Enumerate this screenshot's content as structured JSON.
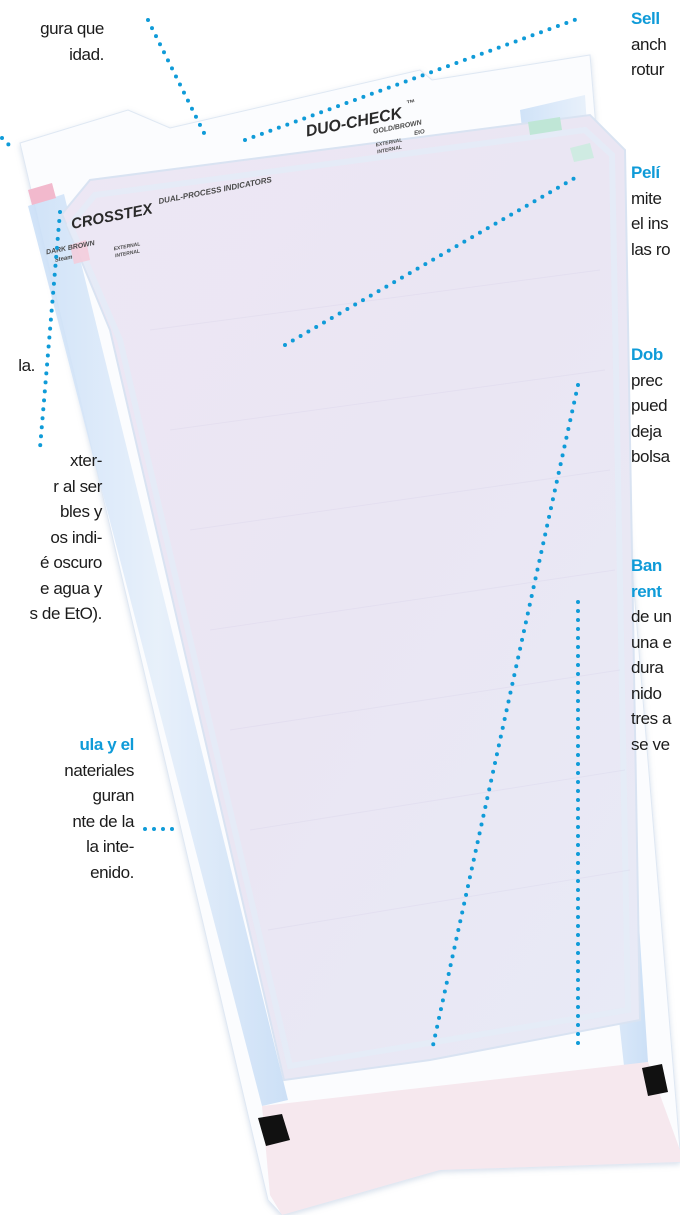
{
  "pouch": {
    "brand": "CROSSTEX",
    "product": "DUO-CHECK",
    "tm": "™",
    "subtitle": "DUAL-PROCESS INDICATORS",
    "left_indicator": {
      "title": "DARK BROWN",
      "sub": "Steam",
      "external": "EXTERNAL",
      "internal": "INTERNAL"
    },
    "right_indicator": {
      "title": "GOLD/BROWN",
      "sub": "EtO",
      "external": "EXTERNAL",
      "internal": "INTERNAL"
    }
  },
  "left_texts": [
    {
      "id": "left-1",
      "lines": [
        {
          "text": "gura que",
          "highlight": false
        },
        {
          "text": "idad.",
          "highlight": false
        }
      ]
    },
    {
      "id": "left-2",
      "lines": [
        {
          "text": "la.",
          "highlight": false
        }
      ]
    },
    {
      "id": "left-3",
      "lines": [
        {
          "text": "xter-",
          "highlight": false
        },
        {
          "text": "r al ser",
          "highlight": false
        },
        {
          "text": "bles y",
          "highlight": false
        },
        {
          "text": "os indi-",
          "highlight": false
        },
        {
          "text": "é oscuro",
          "highlight": false
        },
        {
          "text": "e agua y",
          "highlight": false
        },
        {
          "text": "s de EtO).",
          "highlight": false
        }
      ]
    },
    {
      "id": "left-4",
      "lines": [
        {
          "text": "ula y el",
          "highlight": true
        },
        {
          "text": "nateriales",
          "highlight": false
        },
        {
          "text": "guran",
          "highlight": false
        },
        {
          "text": "nte de la",
          "highlight": false
        },
        {
          "text": "la inte-",
          "highlight": false
        },
        {
          "text": "enido.",
          "highlight": false
        }
      ]
    }
  ],
  "right_texts": [
    {
      "id": "right-1",
      "lines": [
        {
          "text": "Sell",
          "highlight": true
        },
        {
          "text": "anch",
          "highlight": false
        },
        {
          "text": "rotur",
          "highlight": false
        }
      ]
    },
    {
      "id": "right-2",
      "lines": [
        {
          "text": "Pelí",
          "highlight": true
        },
        {
          "text": "mite",
          "highlight": false
        },
        {
          "text": "el ins",
          "highlight": false
        },
        {
          "text": "las ro",
          "highlight": false
        }
      ]
    },
    {
      "id": "right-3",
      "lines": [
        {
          "text": "Dob",
          "highlight": true
        },
        {
          "text": "prec",
          "highlight": false
        },
        {
          "text": "pued",
          "highlight": false
        },
        {
          "text": "deja",
          "highlight": false
        },
        {
          "text": "bolsa",
          "highlight": false
        }
      ]
    },
    {
      "id": "right-4",
      "lines": [
        {
          "text": "Ban",
          "highlight": true
        },
        {
          "text": "rent",
          "highlight": true
        },
        {
          "text": "de un",
          "highlight": false
        },
        {
          "text": "una e",
          "highlight": false
        },
        {
          "text": "dura",
          "highlight": false
        },
        {
          "text": "nido",
          "highlight": false
        },
        {
          "text": "tres a",
          "highlight": false
        },
        {
          "text": "se ve",
          "highlight": false
        }
      ]
    }
  ],
  "colors": {
    "accent": "#0f9bd8",
    "text": "#1b1b1b",
    "pouch_film": "#ece8f5",
    "pouch_edge": "#d6e6f8",
    "tear_strip": "#f7e9ee",
    "indicator_pink": "#f4b8cc",
    "indicator_green": "#bfe6d6"
  }
}
